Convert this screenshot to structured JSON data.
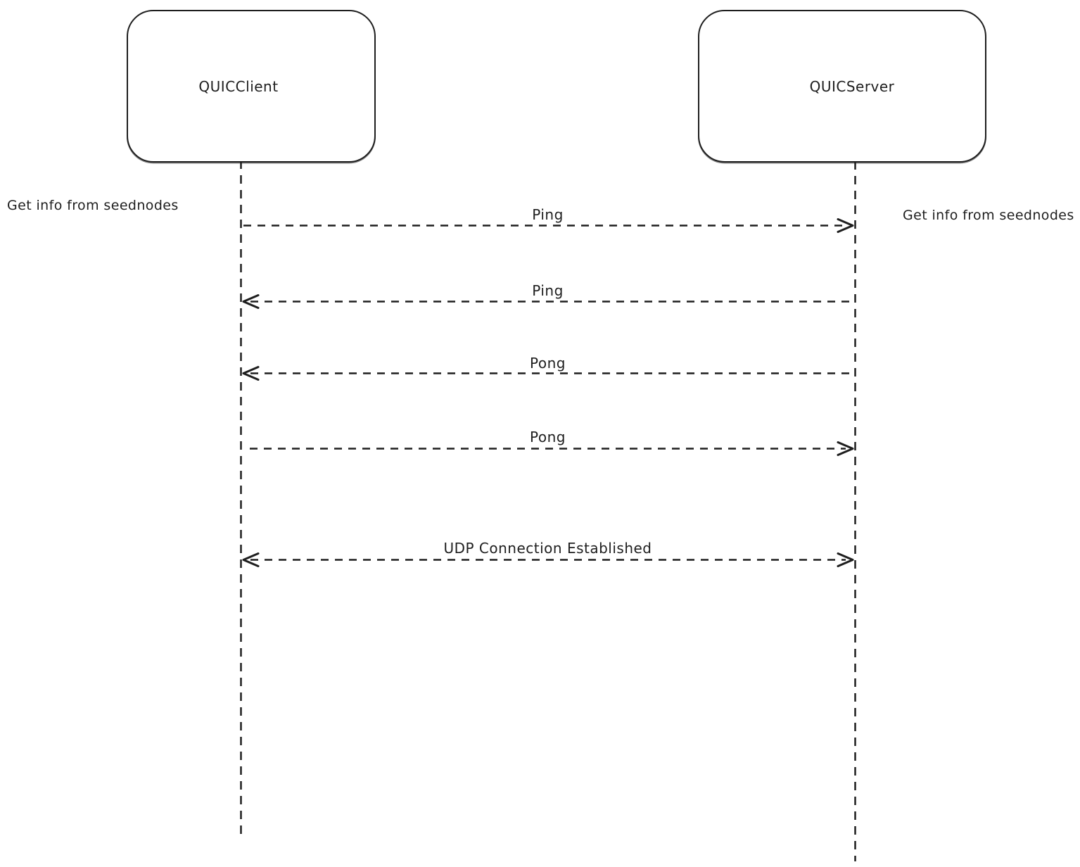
{
  "diagram": {
    "type": "sequence",
    "style": "hand-drawn",
    "colors": {
      "stroke": "#1e1e1e",
      "background": "#ffffff"
    },
    "actors": [
      {
        "id": "client",
        "label": "QUICClient"
      },
      {
        "id": "server",
        "label": "QUICServer"
      }
    ],
    "side_notes": [
      {
        "side": "left",
        "text": "Get info from seednodes"
      },
      {
        "side": "right",
        "text": "Get info from seednodes"
      }
    ],
    "messages": [
      {
        "label": "Ping",
        "from": "QUICClient",
        "to": "QUICServer",
        "direction": "right",
        "line_style": "dashed"
      },
      {
        "label": "Ping",
        "from": "QUICServer",
        "to": "QUICClient",
        "direction": "left",
        "line_style": "dashed"
      },
      {
        "label": "Pong",
        "from": "QUICServer",
        "to": "QUICClient",
        "direction": "left",
        "line_style": "dashed"
      },
      {
        "label": "Pong",
        "from": "QUICClient",
        "to": "QUICServer",
        "direction": "right",
        "line_style": "dashed"
      },
      {
        "label": "UDP Connection Established",
        "from": "QUICClient",
        "to": "QUICServer",
        "direction": "both",
        "line_style": "dashed"
      }
    ]
  }
}
